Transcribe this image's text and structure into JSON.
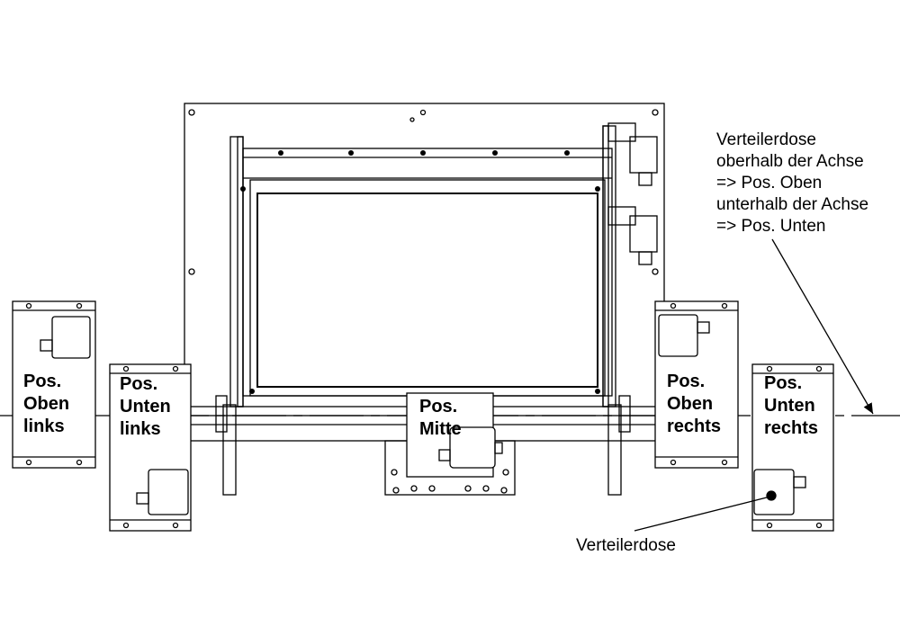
{
  "labels": {
    "oben_links": [
      "Pos.",
      "Oben",
      "links"
    ],
    "unten_links": [
      "Pos.",
      "Unten",
      "links"
    ],
    "mitte": [
      "Pos.",
      "Mitte"
    ],
    "oben_rechts": [
      "Pos.",
      "Oben",
      "rechts"
    ],
    "unten_rechts": [
      "Pos.",
      "Unten",
      "rechts"
    ]
  },
  "annotation": [
    "Verteilerdose",
    "oberhalb der Achse",
    "=> Pos. Oben",
    "unterhalb der Achse",
    "=> Pos. Unten"
  ],
  "callout": "Verteilerdose"
}
